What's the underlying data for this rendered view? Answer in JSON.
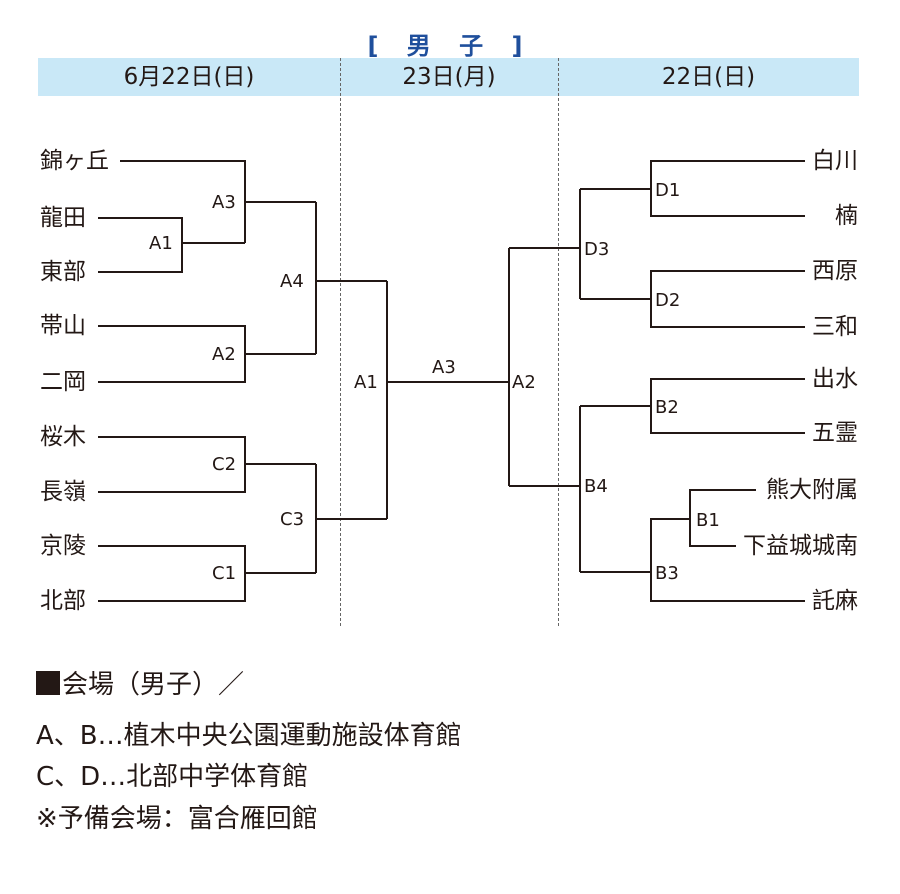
{
  "title": "[ 男 子 ]",
  "days": {
    "day1": "6月22日(日)",
    "day2": "23日(月)",
    "day3": "22日(日)"
  },
  "teams_left": [
    "錦ヶ丘",
    "龍田",
    "東部",
    "帯山",
    "二岡",
    "桜木",
    "長嶺",
    "京陵",
    "北部"
  ],
  "teams_right": [
    "白川",
    "楠",
    "西原",
    "三和",
    "出水",
    "五霊",
    "熊大附属",
    "下益城城南",
    "託麻"
  ],
  "matches": {
    "left_a1": "A1",
    "left_a3": "A3",
    "left_a2": "A2",
    "left_a4": "A4",
    "left_c2": "C2",
    "left_c1": "C1",
    "left_c3": "C3",
    "center_a1": "A1",
    "final_a3": "A3",
    "center_a2": "A2",
    "right_d1": "D1",
    "right_d2": "D2",
    "right_d3": "D3",
    "right_b2": "B2",
    "right_b1": "B1",
    "right_b3": "B3",
    "right_b4": "B4"
  },
  "notes": {
    "venue_header": "会場（男子）／",
    "venue_ab": "A、B…植木中央公園運動施設体育館",
    "venue_cd": "C、D…北部中学体育館",
    "venue_spare": "※予備会場：富合雁回館"
  }
}
